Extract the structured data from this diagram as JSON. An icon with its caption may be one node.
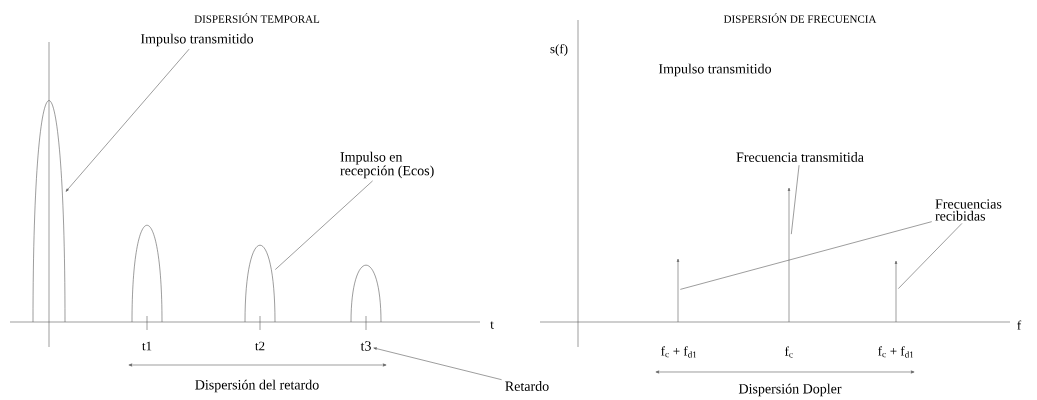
{
  "diagram": {
    "nodes": [
      {
        "text": [
          "Impulso transmitido"
        ]
      },
      {
        "text": [],
        "shape": "arch"
      },
      {
        "text": [
          "Impulso en recepción (Ecos)"
        ]
      },
      {
        "text": [],
        "shape": "arch"
      },
      {
        "text": [],
        "shape": "arch"
      },
      {
        "text": [],
        "shape": "arch"
      },
      {
        "text": [
          "t3"
        ]
      },
      {
        "text": [
          "Retardo"
        ]
      },
      {
        "text": [
          "Frecuencia transmitida"
        ]
      },
      {
        "text": [
          "Frecuencias recibidas"
        ]
      },
      {
        "text": [],
        "shape": "arrow"
      },
      {
        "text": [],
        "shape": "arrow"
      },
      {
        "text": [],
        "shape": "arrow"
      }
    ],
    "edges": [
      {
        "from": 0,
        "to": 1,
        "arrow": "to"
      },
      {
        "from": 2,
        "to": 4,
        "arrow": "none"
      },
      {
        "from": 7,
        "to": 6,
        "arrow": "to"
      },
      {
        "from": 8,
        "to": 11,
        "arrow": "none"
      },
      {
        "from": 9,
        "to": 10,
        "arrow": "none"
      },
      {
        "from": 9,
        "to": 12,
        "arrow": "none"
      }
    ],
    "labels": [
      "DISPERSIÓN TEMPORAL",
      "DISPERSIÓN DE FRECUENCIA",
      "s(f)",
      "Impulso transmitido",
      "t",
      "f",
      "t1",
      "t2",
      "f$_{c}$ + f$_{d1}$",
      "f$_{c}$",
      "f$_{c}$ + f$_{d1}$",
      "Dispersión del retardo",
      "Dispersión Dopler"
    ]
  }
}
